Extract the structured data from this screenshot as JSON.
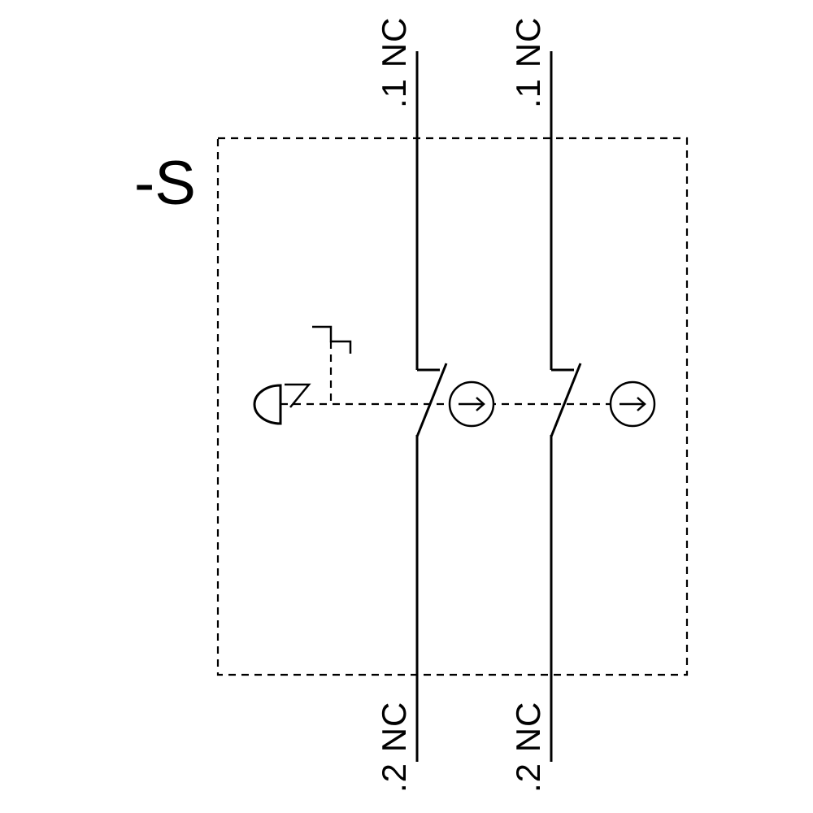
{
  "diagram": {
    "device_tag": "-S",
    "contacts": [
      {
        "id": "contact-1",
        "top_label": ".1 NC",
        "bottom_label": ".2 NC"
      },
      {
        "id": "contact-2",
        "top_label": ".1 NC",
        "bottom_label": ".2 NC"
      }
    ],
    "symbols": {
      "actuator": "emergency-stop-mushroom-head",
      "latch": "latching-detent-step",
      "pawl": "trip-release-hook",
      "mechanical_link": "dashed-mechanical-link",
      "contact_type": "normally-closed-contact",
      "positive_opening": "circle-with-right-arrow"
    },
    "colors": {
      "line": "#000000",
      "background": "#ffffff"
    }
  }
}
